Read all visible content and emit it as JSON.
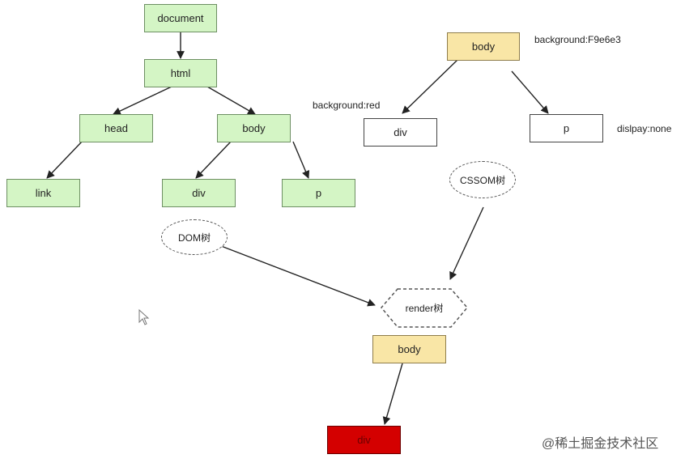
{
  "dom_tree": {
    "document": "document",
    "html": "html",
    "head": "head",
    "body": "body",
    "link": "link",
    "div": "div",
    "p": "p",
    "label": "DOM树"
  },
  "cssom_tree": {
    "body": "body",
    "body_style": "background:F9e6e3",
    "div": "div",
    "div_style": "background:red",
    "p": "p",
    "p_style": "dislpay:none",
    "label": "CSSOM树"
  },
  "render_tree": {
    "label": "render树",
    "body": "body",
    "div": "div"
  },
  "colors": {
    "dom_node": "#d4f5c5",
    "css_body": "#f9e6a6",
    "render_div": "#d40000"
  },
  "watermark": "@稀土掘金技术社区"
}
